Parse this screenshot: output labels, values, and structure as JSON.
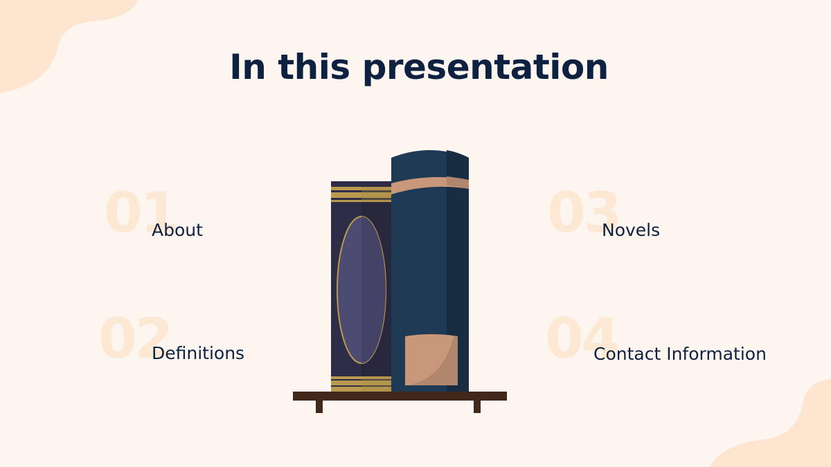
{
  "slide": {
    "title": "In this presentation",
    "colors": {
      "background": "#fdf5f0",
      "blob": "#fde5cf",
      "title": "#0e2140",
      "number_watermark": "#fde9d3",
      "label": "#0e2140"
    }
  },
  "agenda": {
    "items": [
      {
        "number": "01",
        "label": "About"
      },
      {
        "number": "02",
        "label": "Definitions"
      },
      {
        "number": "03",
        "label": "Novels"
      },
      {
        "number": "04",
        "label": "Contact Information"
      }
    ]
  },
  "illustration": {
    "subject": "books-on-shelf-icon",
    "colors": {
      "left_book": "#2e2d48",
      "left_book_shade": "#28273e",
      "gold_stripe": "#b99a4e",
      "oval": "#4c4b72",
      "right_book": "#1f3a55",
      "right_book_shade": "#182c42",
      "tan": "#c9977a",
      "tan_shade": "#b0876c",
      "shelf": "#40291b"
    }
  }
}
